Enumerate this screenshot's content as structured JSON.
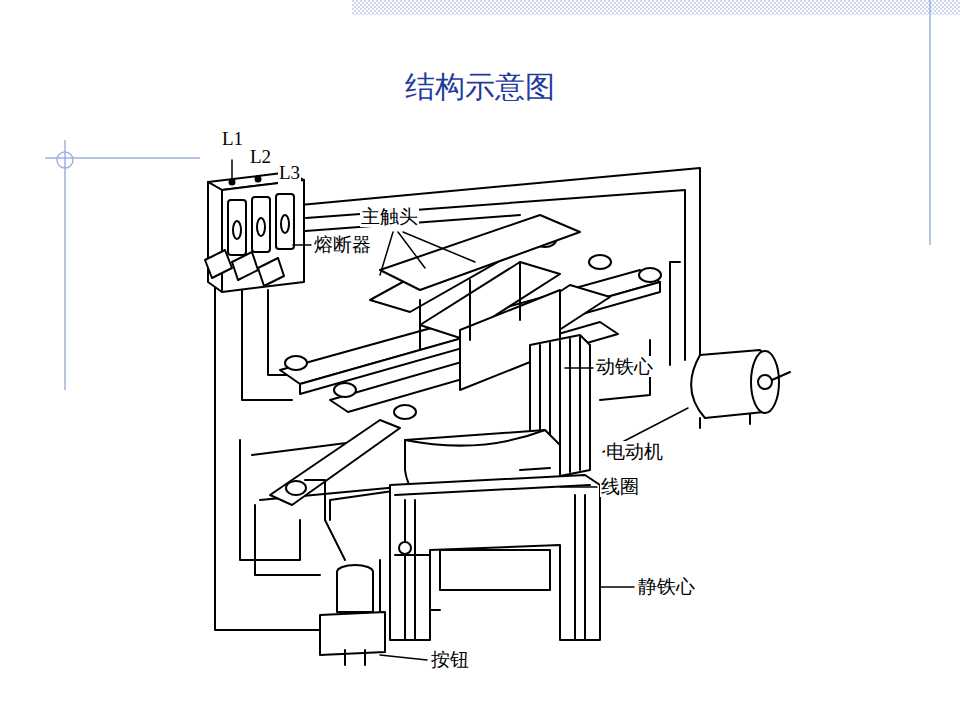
{
  "diagram": {
    "title": "结构示意图",
    "labels": [
      "L1",
      "L2",
      "L3",
      "主触头",
      "熔断器",
      "动铁心",
      "电动机",
      "线圈",
      "静铁心",
      "按钮"
    ]
  }
}
